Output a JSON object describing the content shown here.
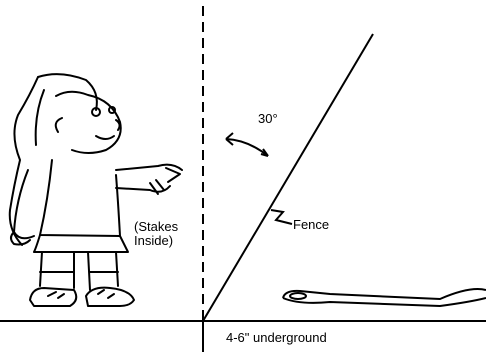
{
  "labels": {
    "angle": "30°",
    "stakes_line1": "(Stakes",
    "stakes_line2": "Inside)",
    "fence": "Fence",
    "underground": "4-6\" underground"
  },
  "colors": {
    "ink": "#000000",
    "background": "#ffffff"
  }
}
